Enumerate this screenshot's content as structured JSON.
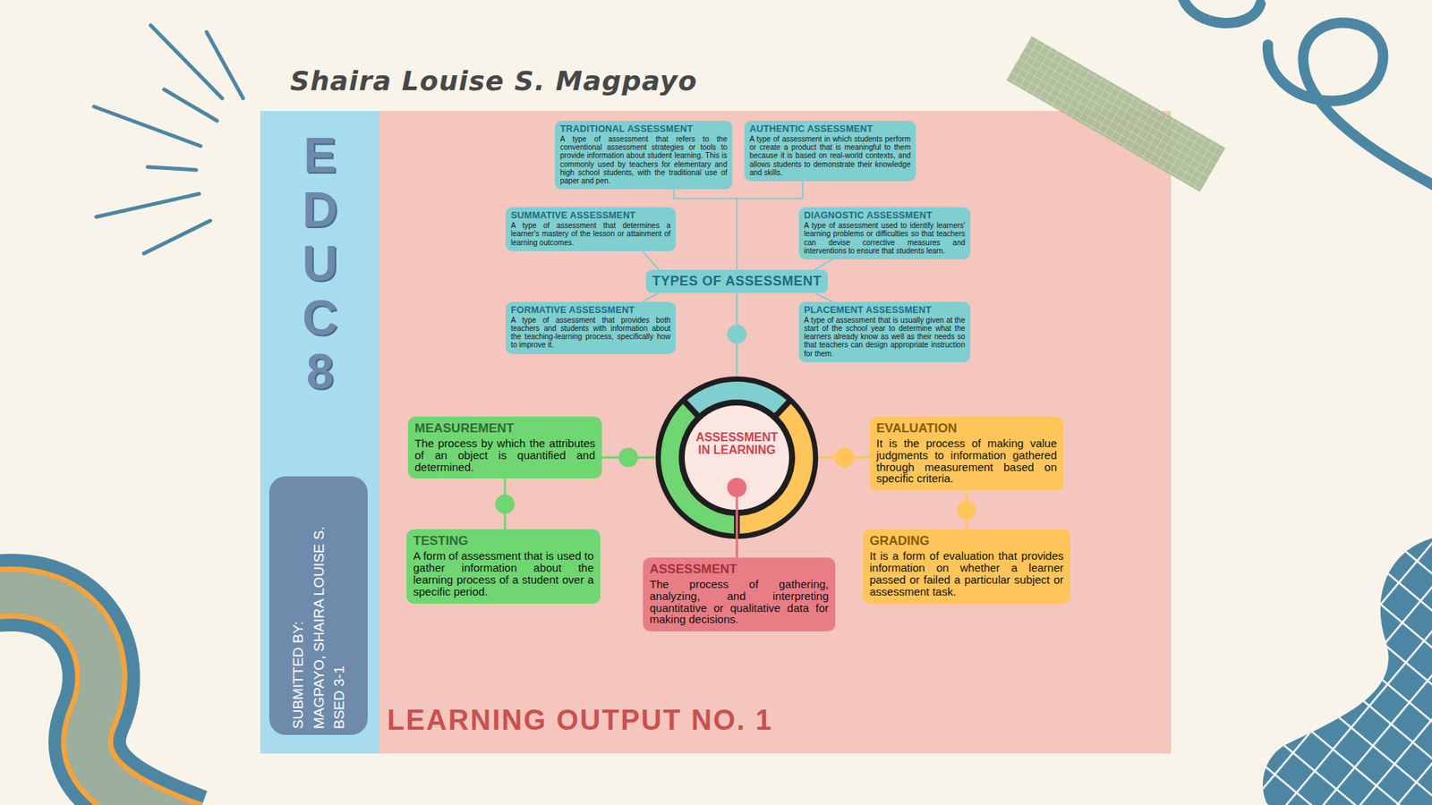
{
  "diagram": {
    "title": "Shaira Louise S. Magpayo",
    "nodes": [
      {
        "text": [
          "TRADITIONAL ASSESSMENT",
          "A type of assessment that refers to the conventional assessment strategies or tools to provide information about student learning. This is commonly used by teachers for elementary and high school students, with the traditional use of paper and pen."
        ]
      },
      {
        "text": [
          "AUTHENTIC ASSESSMENT",
          "A type of assessment in which students perform or create a product that is meaningful to them because it is based on real-world contexts, and allows students to demonstrate their knowledge and skills."
        ]
      },
      {
        "text": [
          "SUMMATIVE ASSESSMENT",
          "A type of assessment that determines a learner's mastery of the lesson or attainment of learning outcomes."
        ]
      },
      {
        "text": [
          "DIAGNOSTIC ASSESSMENT",
          "A type of assessment used to identify learners' learning problems or difficulties so that teachers can devise corrective measures and interventions to ensure that students learn."
        ]
      },
      {
        "text": [
          "TYPES OF ASSESSMENT"
        ]
      },
      {
        "text": [
          "FORMATIVE ASSESSMENT",
          "A type of assessment that provides both teachers and students with information about the teaching-learning process, specifically how to improve it."
        ]
      },
      {
        "text": [
          "PLACEMENT ASSESSMENT",
          "A type of assessment that is usually given at the start of the school year to determine what the learners already know as well as their needs so that teachers can design appropriate instruction for them."
        ]
      },
      {
        "text": [
          "ASSESSMENT IN LEARNING"
        ]
      },
      {
        "text": [
          "MEASUREMENT",
          "The process by which the attributes of an object is quantified and determined."
        ]
      },
      {
        "text": [
          "TESTING",
          "A form of assessment that is used to gather information about the learning process of a student over a specific period."
        ]
      },
      {
        "text": [
          "ASSESSMENT",
          "The process of gathering, analyzing, and interpreting quantitative or qualitative data for making decisions."
        ]
      },
      {
        "text": [
          "EVALUATION",
          "It is the process of making value judgments to information gathered through measurement based on specific criteria."
        ]
      },
      {
        "text": [
          "GRADING",
          "It is a form of evaluation that provides information on whether a learner passed or failed a particular subject or assessment task."
        ]
      },
      {
        "text": [
          "SUBMITTED BY:",
          "MAGPAYO, SHAIRA LOUISE S.",
          "BSED 3-1"
        ]
      }
    ],
    "edges": [
      {
        "from": 4,
        "to": 0,
        "arrow": "none"
      },
      {
        "from": 4,
        "to": 1,
        "arrow": "none"
      },
      {
        "from": 4,
        "to": 2,
        "arrow": "none"
      },
      {
        "from": 4,
        "to": 3,
        "arrow": "none"
      },
      {
        "from": 4,
        "to": 5,
        "arrow": "none"
      },
      {
        "from": 4,
        "to": 6,
        "arrow": "none"
      },
      {
        "from": 7,
        "to": 4,
        "arrow": "none"
      },
      {
        "from": 7,
        "to": 8,
        "arrow": "none"
      },
      {
        "from": 7,
        "to": 11,
        "arrow": "none"
      },
      {
        "from": 7,
        "to": 10,
        "arrow": "none"
      },
      {
        "from": 8,
        "to": 9,
        "arrow": "none"
      },
      {
        "from": 11,
        "to": 12,
        "arrow": "none"
      }
    ],
    "labels": [
      "EDUC 8",
      "LEARNING OUTPUT NO. 1"
    ]
  }
}
